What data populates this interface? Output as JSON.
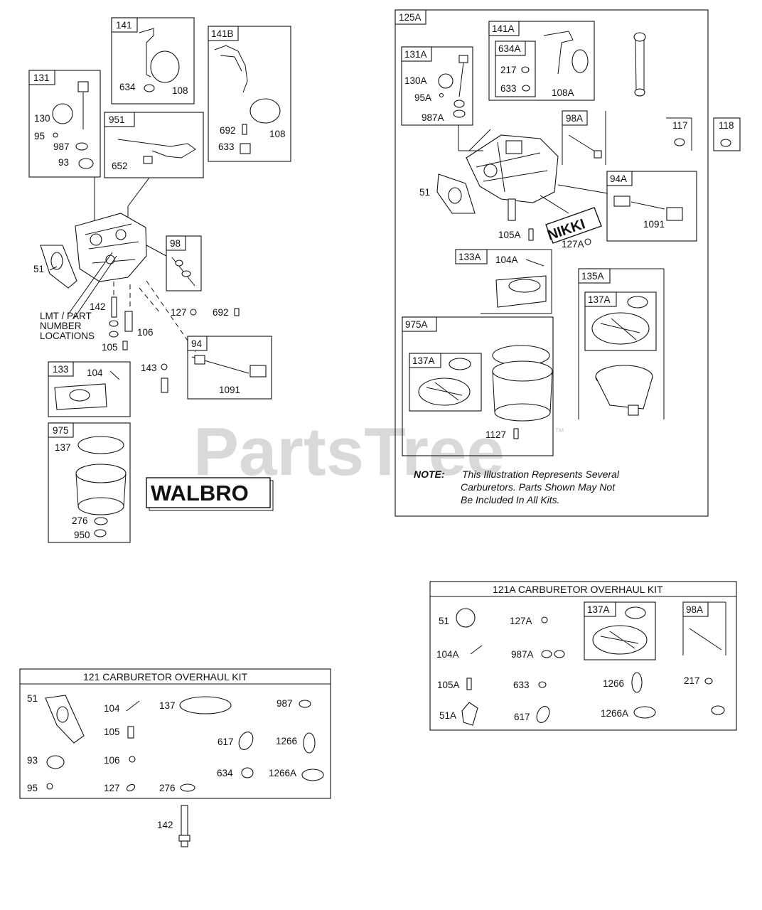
{
  "watermark": "PartsTree",
  "watermark_tm": "™",
  "brands": {
    "walbro": "WALBRO",
    "nikki": "NIKKI"
  },
  "callouts": {
    "lmt_line1": "LMT / PART",
    "lmt_line2": "NUMBER",
    "lmt_line3": "LOCATIONS"
  },
  "note": {
    "label": "NOTE:",
    "line1": "This Illustration Represents Several",
    "line2": "Carburetors. Parts Shown May Not",
    "line3": "Be Included In All Kits."
  },
  "kit121": {
    "title": "121  CARBURETOR OVERHAUL KIT"
  },
  "kit121a": {
    "title": "121A CARBURETOR OVERHAUL KIT"
  },
  "tags": {
    "t131": "131",
    "t141": "141",
    "t141b": "141B",
    "t951": "951",
    "t98": "98",
    "t94": "94",
    "t133": "133",
    "t975": "975",
    "t125a": "125A",
    "t131a": "131A",
    "t141a": "141A",
    "t634a": "634A",
    "t98a": "98A",
    "t117": "117",
    "t118": "118",
    "t94a": "94A",
    "t133a": "133A",
    "t135a": "135A",
    "t137a_1": "137A",
    "t975a": "975A",
    "t137a_2": "137A",
    "t137a_3": "137A",
    "t98a_2": "98A"
  },
  "labels": {
    "p130": "130",
    "p95": "95",
    "p987": "987",
    "p93": "93",
    "p634": "634",
    "p108": "108",
    "p652": "652",
    "p692": "692",
    "p108b": "108",
    "p633": "633",
    "p51": "51",
    "p142": "142",
    "p106": "106",
    "p105": "105",
    "p127": "127",
    "p692b": "692",
    "p143": "143",
    "p1091": "1091",
    "p104": "104",
    "p137": "137",
    "p276": "276",
    "p950": "950",
    "a130a": "130A",
    "a95a": "95A",
    "a987a": "987A",
    "a217": "217",
    "a633": "633",
    "a108a": "108A",
    "a51": "51",
    "a105a": "105A",
    "a127a": "127A",
    "a1091": "1091",
    "a104a": "104A",
    "a1127": "1127",
    "k51": "51",
    "k104": "104",
    "k137": "137",
    "k987": "987",
    "k105": "105",
    "k617": "617",
    "k1266": "1266",
    "k93": "93",
    "k106": "106",
    "k634": "634",
    "k1266a": "1266A",
    "k95": "95",
    "k127": "127",
    "k276": "276",
    "k142": "142",
    "ka51": "51",
    "ka127a": "127A",
    "ka104a": "104A",
    "ka987a": "987A",
    "ka105a": "105A",
    "ka633": "633",
    "ka1266": "1266",
    "ka217": "217",
    "ka51a": "51A",
    "ka617": "617",
    "ka1266a": "1266A"
  }
}
